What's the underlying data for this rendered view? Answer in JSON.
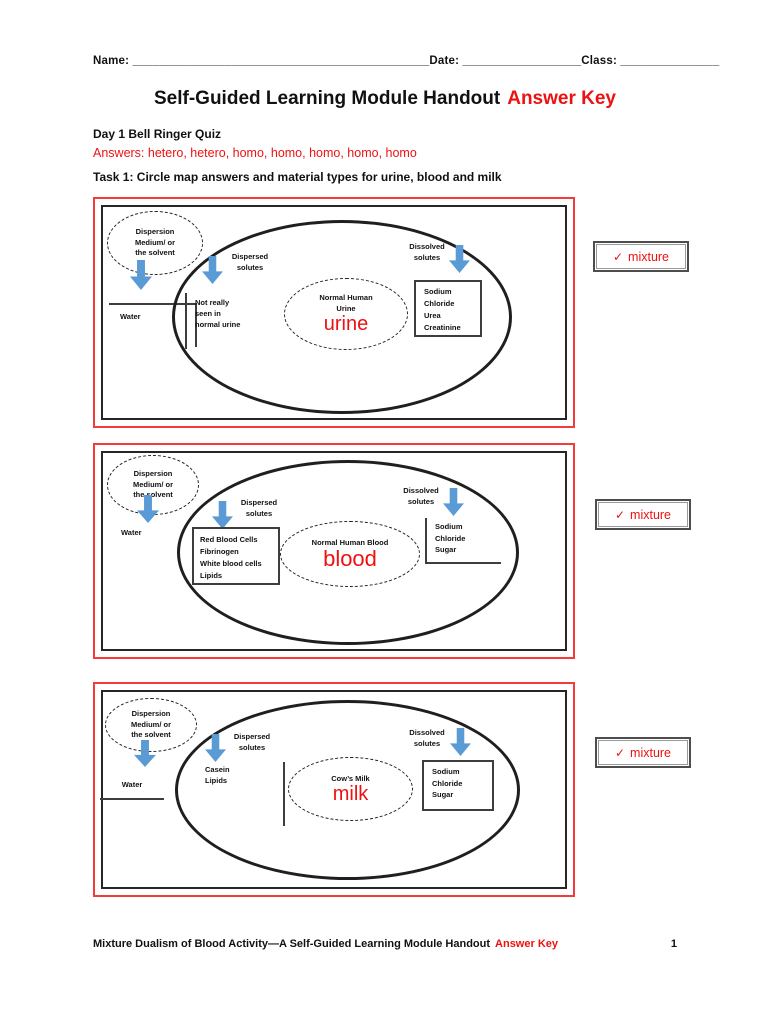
{
  "colors": {
    "text_red": "#ee1111",
    "box_red": "#f43b3b",
    "arrow_blue": "#5b9bd5",
    "frame_dark": "#262626",
    "line_dark": "#3d3d3d",
    "mixture_border": "#4d4d4d"
  },
  "header": {
    "name_label": "Name:",
    "name_line": "_____________________________________________",
    "date_label": "Date:",
    "date_line": "__________________",
    "class_label": "Class:",
    "class_line": "_______________"
  },
  "title": {
    "main": "Self-Guided Learning Module Handout",
    "highlight": "Answer Key"
  },
  "intro": {
    "quiz_heading": "Day 1 Bell Ringer Quiz",
    "quiz_answers": "Answers: hetero, hetero, homo, homo, homo, homo, homo",
    "task_heading": "Task 1: Circle map answers and material types for urine, blood and milk"
  },
  "diagrams": [
    {
      "subject": "urine",
      "dispersion_medium": "Dispersion\nMedium/ or\nthe solvent",
      "medium_answer": "Water",
      "dispersed_label": "Dispersed\nsolutes",
      "dispersed_answer": "Not really\nseen in\nnormal urine",
      "center_label": "Normal Human\nUrine",
      "center_answer": "urine",
      "dissolved_label": "Dissolved\nsolutes",
      "dissolved_answer": "Sodium\nChloride\nUrea\nCreatinine",
      "mixture": {
        "check": "✓",
        "label": "mixture"
      }
    },
    {
      "subject": "blood",
      "dispersion_medium": "Dispersion\nMedium/ or\nthe solvent",
      "medium_answer": "Water",
      "dispersed_label": "Dispersed\nsolutes",
      "dispersed_answer": "Red Blood Cells\nFibrinogen\nWhite blood cells\nLipids",
      "center_label": "Normal Human Blood",
      "center_answer": "blood",
      "dissolved_label": "Dissolved\nsolutes",
      "dissolved_answer": "Sodium\nChloride\nSugar",
      "mixture": {
        "check": "✓",
        "label": "mixture"
      }
    },
    {
      "subject": "milk",
      "dispersion_medium": "Dispersion\nMedium/ or\nthe solvent",
      "medium_answer": "Water",
      "dispersed_label": "Dispersed\nsolutes",
      "dispersed_answer": "Casein\nLipids",
      "center_label": "Cow’s Milk",
      "center_answer": "milk",
      "dissolved_label": "Dissolved\nsolutes",
      "dissolved_answer": "Sodium\nChloride\nSugar",
      "mixture": {
        "check": "✓",
        "label": "mixture"
      }
    }
  ],
  "footer": {
    "text": "Mixture Dualism of Blood Activity—A Self-Guided Learning Module Handout",
    "highlight": "Answer Key",
    "page_number": "1"
  }
}
